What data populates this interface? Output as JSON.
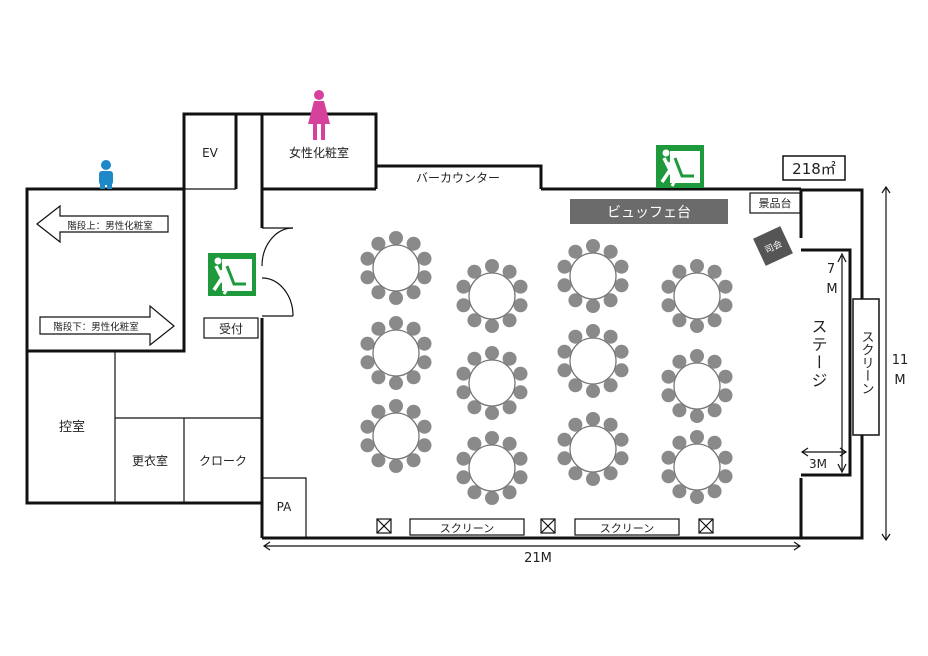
{
  "rooms": {
    "ev": "EV",
    "womens_powder_room": "女性化粧室",
    "bar_counter": "バーカウンター",
    "buffet_table": "ビュッフェ台",
    "prize_table": "景品台",
    "mc": "司会",
    "stage": "ステージ",
    "screen_stage": "スクリーン",
    "screen_bottom_1": "スクリーン",
    "screen_bottom_2": "スクリーン",
    "reception": "受付",
    "waiting_room": "控室",
    "changing_room": "更衣室",
    "cloakroom": "クローク",
    "pa": "PA"
  },
  "arrows": {
    "up": "階段上：男性化粧室",
    "down": "階段下：男性化粧室"
  },
  "dimensions": {
    "area": "218㎡",
    "width": "21M",
    "height_num": "11",
    "height_unit": "M",
    "stage_depth_num": "7",
    "stage_depth_unit": "M",
    "stage_width": "3M"
  },
  "tables": {
    "count": 12,
    "chairs_per_table": 10
  },
  "colors": {
    "exit_sign": "#1e9a3c",
    "male_icon": "#1e88c8",
    "female_icon": "#d6419b",
    "buffet_bar": "#6b6b6b",
    "mc_box": "#555555"
  },
  "icons": {
    "male": "male-restroom-icon",
    "female": "female-restroom-icon",
    "exit": "emergency-exit-icon"
  }
}
